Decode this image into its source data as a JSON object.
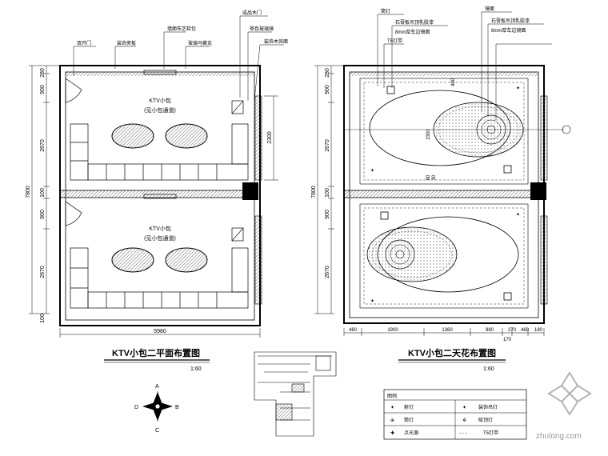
{
  "plan_left": {
    "title": "KTV小包二平面布置图",
    "scale_label": "1:60",
    "width_dimension": "5980",
    "overall_height": "7800",
    "left_dims": [
      "280",
      "900",
      "2670",
      "100",
      "900",
      "2670",
      "100"
    ],
    "inner_dim": "2300",
    "room_labels": [
      {
        "name": "KTV小包",
        "sub": "(见小包通道)"
      },
      {
        "name": "KTV小包",
        "sub": "(见小包通道)"
      }
    ],
    "callouts": [
      "双开门",
      "装饰夹板",
      "墙面布艺软包",
      "玻璃马赛克",
      "成品木门",
      "茶色玻璃镜",
      "装饰木饰面"
    ]
  },
  "plan_right": {
    "title": "KTV小包二天花布置图",
    "scale_label": "1:60",
    "overall_height": "7800",
    "left_dims": [
      "280",
      "900",
      "2670",
      "100",
      "900",
      "2670"
    ],
    "bottom_dims": [
      "460",
      "1900",
      "1360",
      "980",
      "270",
      "460",
      "180"
    ],
    "sub_dim": "170",
    "inner_dims": [
      "2300",
      "400",
      "80",
      "30"
    ],
    "callouts": [
      "筒灯",
      "T5灯带",
      "石膏板吊顶乳胶漆",
      "8mm厚车边镜面",
      "石膏板吊顶乳胶漆",
      "8mm厚车边镜面",
      "镜面"
    ]
  },
  "compass": {
    "north": "A",
    "east": "B",
    "south": "C",
    "west": "D"
  },
  "legend": {
    "header": "图例",
    "items": [
      {
        "symbol": "✦",
        "label": "射灯"
      },
      {
        "symbol": "✦",
        "label": "装饰吊灯"
      },
      {
        "symbol": "⊕",
        "label": "筒灯"
      },
      {
        "symbol": "✲",
        "label": "吸顶灯"
      },
      {
        "symbol": "✚",
        "label": "点光源"
      },
      {
        "symbol": "- - -",
        "label": "T5灯带"
      }
    ]
  },
  "watermark": "zhulong.com",
  "colors": {
    "line": "#000000",
    "watermark": "#9a9a9a"
  }
}
